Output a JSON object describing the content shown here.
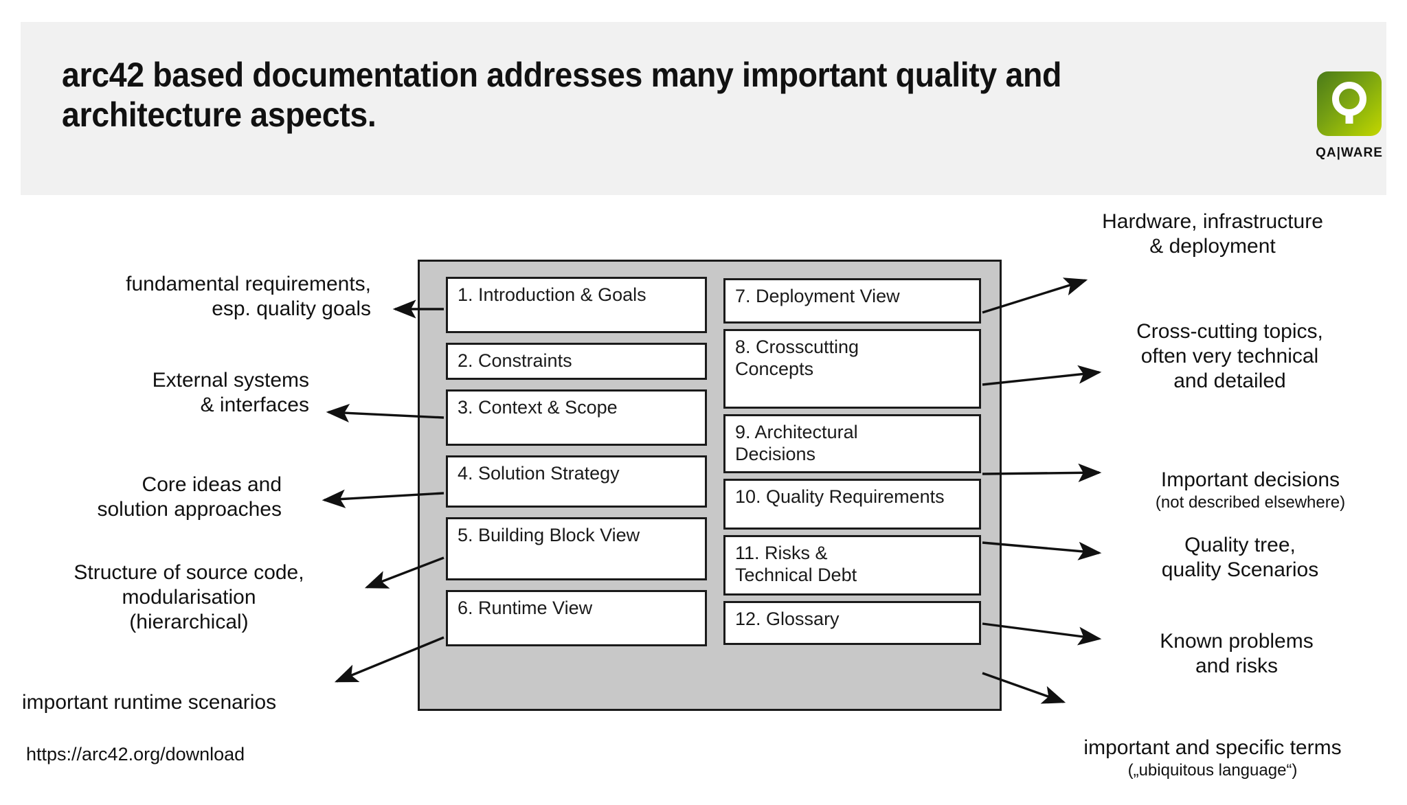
{
  "header": {
    "title": "arc42 based documentation addresses many important quality and architecture aspects.",
    "background_color": "#f1f1f1"
  },
  "logo": {
    "name": "qaware-logo",
    "wordmark": "QA|WARE",
    "gradient_from": "#4a7a19",
    "gradient_to": "#c4d600",
    "glyph": "q-symbol"
  },
  "diagram": {
    "container_fill": "#c8c8c8",
    "box_fill": "#ffffff",
    "outline_color": "#1a1a1a",
    "sections": [
      {
        "id": 1,
        "label": "1. Introduction & Goals"
      },
      {
        "id": 2,
        "label": "2. Constraints"
      },
      {
        "id": 3,
        "label": "3. Context & Scope"
      },
      {
        "id": 4,
        "label": "4. Solution Strategy"
      },
      {
        "id": 5,
        "label": "5. Building Block View"
      },
      {
        "id": 6,
        "label": "6. Runtime View"
      },
      {
        "id": 7,
        "label": "7. Deployment View"
      },
      {
        "id": 8,
        "label": "8. Crosscutting\n    Concepts"
      },
      {
        "id": 9,
        "label": "9. Architectural\n    Decisions"
      },
      {
        "id": 10,
        "label": "10. Quality Requirements"
      },
      {
        "id": 11,
        "label": "11. Risks &\n     Technical Debt"
      },
      {
        "id": 12,
        "label": "12. Glossary"
      }
    ]
  },
  "callouts_left": [
    {
      "name": "callout-introduction-goals",
      "text": "fundamental requirements,\nesp. quality goals"
    },
    {
      "name": "callout-context-scope",
      "text": "External systems\n& interfaces"
    },
    {
      "name": "callout-solution-strategy",
      "text": "Core ideas and\nsolution approaches"
    },
    {
      "name": "callout-building-block-view",
      "text": "Structure of source code,\nmodularisation\n(hierarchical)"
    },
    {
      "name": "callout-runtime-view",
      "text": "important runtime scenarios"
    }
  ],
  "callouts_right": [
    {
      "name": "callout-deployment-view",
      "text": "Hardware, infrastructure\n& deployment",
      "sub": ""
    },
    {
      "name": "callout-crosscutting-concepts",
      "text": "Cross-cutting topics,\noften very technical\nand detailed",
      "sub": ""
    },
    {
      "name": "callout-architectural-decisions",
      "text": "Important decisions",
      "sub": "(not described elsewhere)"
    },
    {
      "name": "callout-quality-requirements",
      "text": "Quality tree,\nquality Scenarios",
      "sub": ""
    },
    {
      "name": "callout-risks-technical-debt",
      "text": "Known problems\nand risks",
      "sub": ""
    },
    {
      "name": "callout-glossary",
      "text": "important and specific terms",
      "sub": "(„ubiquitous language“)"
    }
  ],
  "footer": {
    "url": "https://arc42.org/download"
  }
}
